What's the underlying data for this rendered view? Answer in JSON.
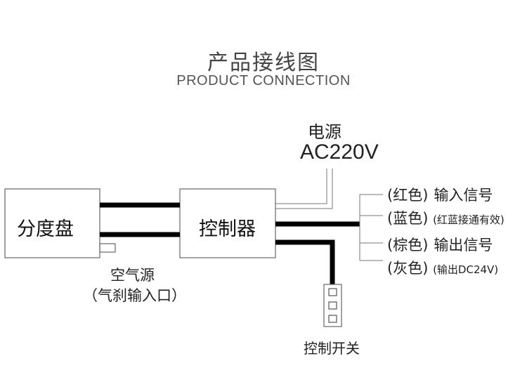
{
  "title": "产品接线图",
  "subtitle": "PRODUCT  CONNECTION",
  "colors": {
    "wire": "#000000",
    "box_border": "#666666",
    "thin_line": "#777777"
  },
  "components": {
    "indexer": "分度盘",
    "controller": "控制器"
  },
  "power": {
    "label": "电源",
    "voltage": "AC220V"
  },
  "wires": [
    {
      "color": "(红色)",
      "function": "输入信号",
      "note": ""
    },
    {
      "color": "(蓝色)",
      "function": "",
      "note": "(红蓝接通有效)"
    },
    {
      "color": "(棕色)",
      "function": "输出信号",
      "note": ""
    },
    {
      "color": "(灰色)",
      "function": "",
      "note": "(输出DC24V)"
    }
  ],
  "air_source": {
    "label": "空气源",
    "note": "（气刹输入口）"
  },
  "control_switch": {
    "label": "控制开关"
  }
}
